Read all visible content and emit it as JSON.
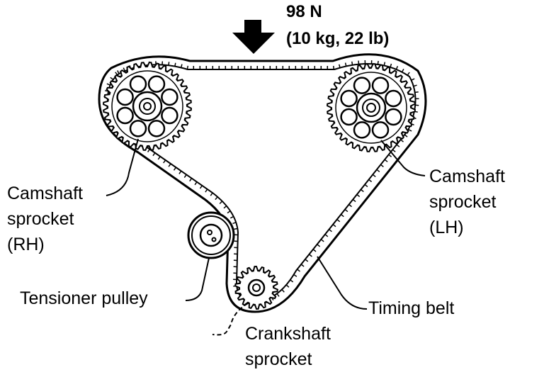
{
  "force": {
    "value": "98 N",
    "conversion": "(10 kg, 22 lb)"
  },
  "labels": {
    "camshaft_rh": [
      "Camshaft",
      "sprocket",
      "(RH)"
    ],
    "camshaft_lh": [
      "Camshaft",
      "sprocket",
      "(LH)"
    ],
    "tensioner": "Tensioner pulley",
    "timing_belt": "Timing belt",
    "crankshaft": [
      "Crankshaft",
      "sprocket"
    ]
  },
  "colors": {
    "ink": "#000000",
    "paper": "#ffffff"
  }
}
